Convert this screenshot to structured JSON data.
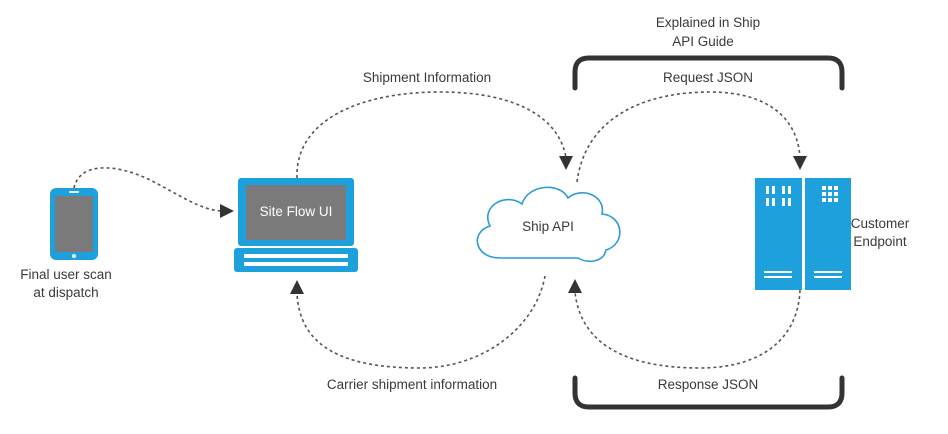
{
  "labels": {
    "explained_line1": "Explained in Ship",
    "explained_line2": "API Guide",
    "request_json": "Request JSON",
    "response_json": "Response JSON",
    "shipment_information": "Shipment Information",
    "carrier_shipment_information": "Carrier shipment information",
    "site_flow_ui": "Site Flow UI",
    "ship_api": "Ship API",
    "customer_endpoint_line1": "Customer",
    "customer_endpoint_line2": "Endpoint",
    "final_scan_line1": "Final user scan",
    "final_scan_line2": "at dispatch"
  },
  "colors": {
    "device_blue": "#1ea0dc",
    "screen_gray": "#7a7a7a",
    "server_blue": "#1ea0dc",
    "cloud_stroke": "#2c9bd6",
    "text": "#3a3a3a"
  },
  "icons": {
    "tablet": "tablet-icon",
    "laptop": "laptop-icon",
    "cloud": "cloud-icon",
    "server": "server-icon"
  }
}
